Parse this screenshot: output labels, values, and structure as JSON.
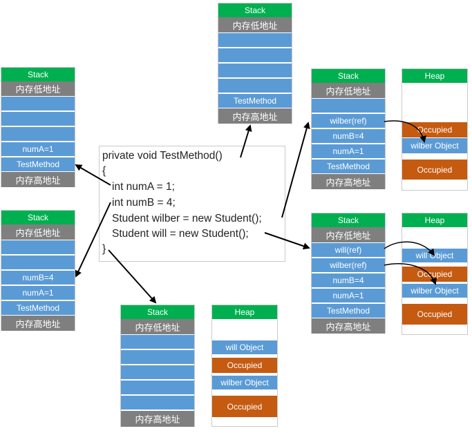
{
  "colors": {
    "title": "#00b050",
    "gray": "#7f7f7f",
    "blue": "#5b9bd5",
    "orange": "#c55a11"
  },
  "code": [
    "private void TestMethod()",
    "{",
    "  int numA = 1;",
    "  int numB = 4;",
    "  Student wilber = new Student();",
    "  Student will = new Student();",
    "}"
  ],
  "stacks": [
    {
      "id": "stack-1",
      "title": "Stack",
      "cells": [
        {
          "text": "内存低地址",
          "kind": "gray"
        },
        {
          "text": "",
          "kind": "blue"
        },
        {
          "text": "",
          "kind": "blue"
        },
        {
          "text": "",
          "kind": "blue"
        },
        {
          "text": "numA=1",
          "kind": "blue"
        },
        {
          "text": "TestMethod",
          "kind": "blue"
        },
        {
          "text": "内存高地址",
          "kind": "gray"
        }
      ]
    },
    {
      "id": "stack-2",
      "title": "Stack",
      "cells": [
        {
          "text": "内存低地址",
          "kind": "gray"
        },
        {
          "text": "",
          "kind": "blue"
        },
        {
          "text": "",
          "kind": "blue"
        },
        {
          "text": "numB=4",
          "kind": "blue"
        },
        {
          "text": "numA=1",
          "kind": "blue"
        },
        {
          "text": "TestMethod",
          "kind": "blue"
        },
        {
          "text": "内存高地址",
          "kind": "gray"
        }
      ]
    },
    {
      "id": "stack-top",
      "title": "Stack",
      "cells": [
        {
          "text": "内存低地址",
          "kind": "gray"
        },
        {
          "text": "",
          "kind": "blue"
        },
        {
          "text": "",
          "kind": "blue"
        },
        {
          "text": "",
          "kind": "blue"
        },
        {
          "text": "",
          "kind": "blue"
        },
        {
          "text": "TestMethod",
          "kind": "blue"
        },
        {
          "text": "内存高地址",
          "kind": "gray"
        }
      ]
    },
    {
      "id": "stack-3",
      "title": "Stack",
      "cells": [
        {
          "text": "内存低地址",
          "kind": "gray"
        },
        {
          "text": "",
          "kind": "blue"
        },
        {
          "text": "wilber(ref)",
          "kind": "blue"
        },
        {
          "text": "numB=4",
          "kind": "blue"
        },
        {
          "text": "numA=1",
          "kind": "blue"
        },
        {
          "text": "TestMethod",
          "kind": "blue"
        },
        {
          "text": "内存高地址",
          "kind": "gray"
        }
      ]
    },
    {
      "id": "stack-4",
      "title": "Stack",
      "cells": [
        {
          "text": "内存低地址",
          "kind": "gray"
        },
        {
          "text": "will(ref)",
          "kind": "blue"
        },
        {
          "text": "wilber(ref)",
          "kind": "blue"
        },
        {
          "text": "numB=4",
          "kind": "blue"
        },
        {
          "text": "numA=1",
          "kind": "blue"
        },
        {
          "text": "TestMethod",
          "kind": "blue"
        },
        {
          "text": "内存高地址",
          "kind": "gray"
        }
      ]
    },
    {
      "id": "stack-5",
      "title": "Stack",
      "cells": [
        {
          "text": "内存低地址",
          "kind": "gray"
        },
        {
          "text": "",
          "kind": "blue"
        },
        {
          "text": "",
          "kind": "blue"
        },
        {
          "text": "",
          "kind": "blue"
        },
        {
          "text": "",
          "kind": "blue"
        },
        {
          "text": "",
          "kind": "blue"
        },
        {
          "text": "内存高地址",
          "kind": "gray"
        }
      ]
    }
  ],
  "heaps": [
    {
      "id": "heap-1",
      "title": "Heap",
      "cells": [
        {
          "text": "Occupied",
          "kind": "orange"
        },
        {
          "text": "wilber Object",
          "kind": "blue"
        },
        {
          "text": "Occupied",
          "kind": "orange"
        }
      ]
    },
    {
      "id": "heap-2",
      "title": "Heap",
      "cells": [
        {
          "text": "will Object",
          "kind": "blue"
        },
        {
          "text": "Occupied",
          "kind": "orange"
        },
        {
          "text": "wilber Object",
          "kind": "blue"
        },
        {
          "text": "Occupied",
          "kind": "orange"
        }
      ]
    },
    {
      "id": "heap-3",
      "title": "Heap",
      "cells": [
        {
          "text": "will Object",
          "kind": "blue"
        },
        {
          "text": "Occupied",
          "kind": "orange"
        },
        {
          "text": "wilber Object",
          "kind": "blue"
        },
        {
          "text": "Occupied",
          "kind": "orange"
        }
      ]
    }
  ]
}
